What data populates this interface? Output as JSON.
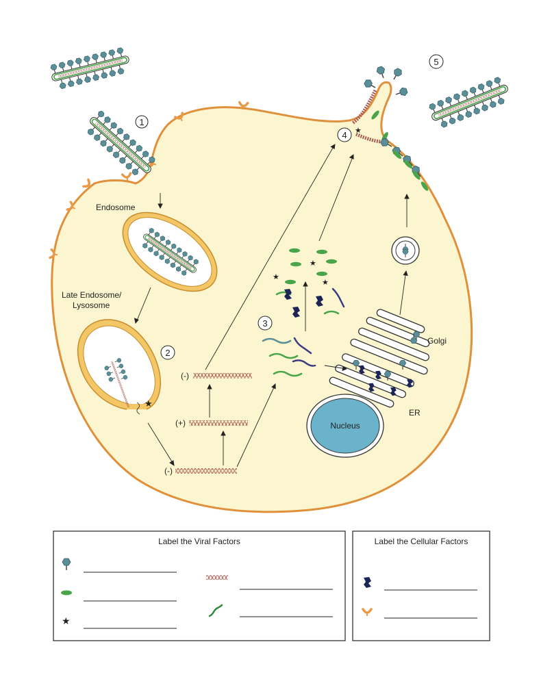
{
  "labels": {
    "endosome": "Endosome",
    "late_endosome_line1": "Late Endosome/",
    "late_endosome_line2": "Lysosome",
    "golgi": "Golgi",
    "er": "ER",
    "nucleus": "Nucleus",
    "neg_strand_1": "(-)",
    "pos_strand": "(+)",
    "neg_strand_2": "(-)"
  },
  "steps": [
    "1",
    "2",
    "3",
    "4",
    "5"
  ],
  "legend_viral": {
    "title": "Label the Viral Factors",
    "items": [
      "glycoprotein-icon",
      "matrix-protein-icon",
      "polymerase-star-icon",
      "nucleocapsid-icon",
      "mrna-icon"
    ]
  },
  "legend_cellular": {
    "title": "Label the Cellular Factors",
    "items": [
      "host-protein-icon",
      "receptor-icon"
    ]
  },
  "colors": {
    "cytoplasm": "#fbf6cf",
    "membrane": "#e0903a",
    "endosome_ring": "#f3c766",
    "nucleus": "#6bb2cb",
    "glycoprotein": "#5a8e98",
    "matrix": "#49a54a",
    "rna": "#a85a52",
    "polymerase": "#2a2f6e",
    "host_protein": "#1c2656",
    "receptor": "#e89a48"
  }
}
